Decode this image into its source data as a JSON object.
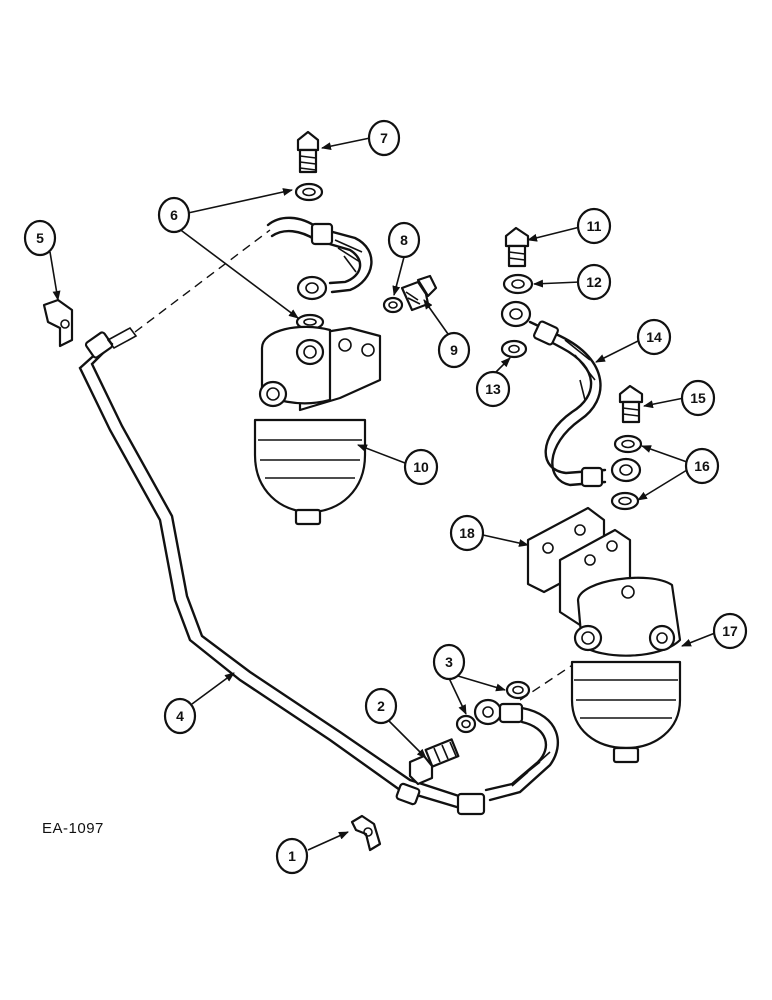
{
  "drawing_id": "EA-1097",
  "callouts": [
    {
      "id": "c1",
      "label": "1"
    },
    {
      "id": "c2",
      "label": "2"
    },
    {
      "id": "c3",
      "label": "3"
    },
    {
      "id": "c4",
      "label": "4"
    },
    {
      "id": "c5",
      "label": "5"
    },
    {
      "id": "c6",
      "label": "6"
    },
    {
      "id": "c7",
      "label": "7"
    },
    {
      "id": "c8",
      "label": "8"
    },
    {
      "id": "c9",
      "label": "9"
    },
    {
      "id": "c10",
      "label": "10"
    },
    {
      "id": "c11",
      "label": "11"
    },
    {
      "id": "c12",
      "label": "12"
    },
    {
      "id": "c13",
      "label": "13"
    },
    {
      "id": "c14",
      "label": "14"
    },
    {
      "id": "c15",
      "label": "15"
    },
    {
      "id": "c16",
      "label": "16"
    },
    {
      "id": "c17",
      "label": "17"
    },
    {
      "id": "c18",
      "label": "18"
    }
  ]
}
